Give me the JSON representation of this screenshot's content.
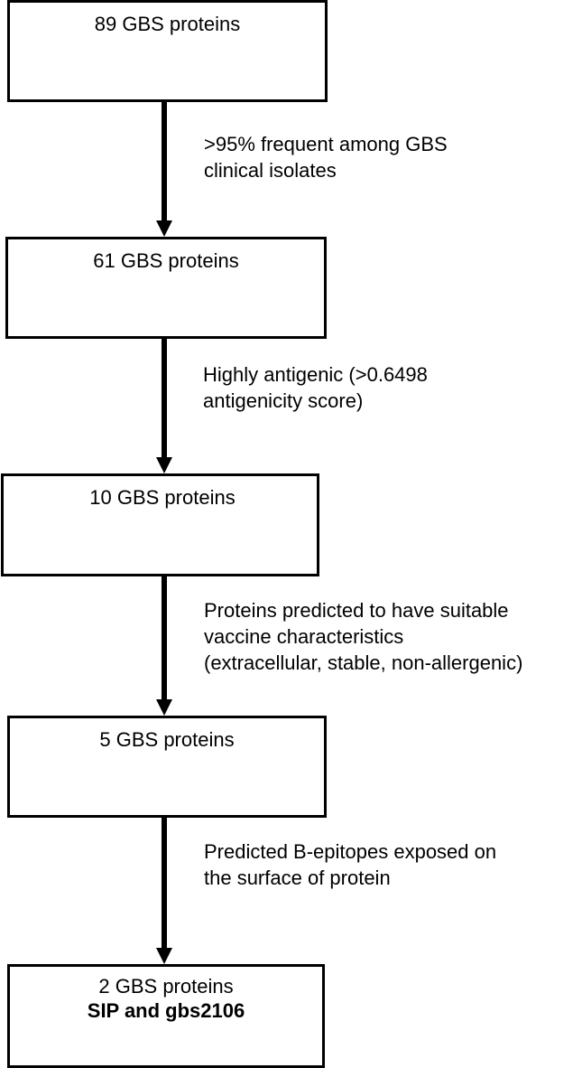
{
  "figure": {
    "type": "flowchart",
    "orientation": "top-to-bottom",
    "colors": {
      "background": "#ffffff",
      "stroke": "#000000",
      "text": "#000000",
      "box_fill": "#ffffff"
    }
  },
  "nodes": [
    {
      "id": "node-89",
      "count": 89,
      "label": "89 GBS proteins",
      "emphasis": ""
    },
    {
      "id": "node-61",
      "count": 61,
      "label": "61 GBS proteins",
      "emphasis": ""
    },
    {
      "id": "node-10",
      "count": 10,
      "label": "10 GBS proteins",
      "emphasis": ""
    },
    {
      "id": "node-5",
      "count": 5,
      "label": "5 GBS proteins",
      "emphasis": ""
    },
    {
      "id": "node-2",
      "count": 2,
      "label": "2 GBS proteins",
      "emphasis": "SIP and gbs2106"
    }
  ],
  "edges": [
    {
      "id": "edge-1",
      "from": "node-89",
      "to": "node-61",
      "arrow": "down-arrow-icon",
      "label": ">95% frequent among GBS\nclinical isolates"
    },
    {
      "id": "edge-2",
      "from": "node-61",
      "to": "node-10",
      "arrow": "down-arrow-icon",
      "label": "Highly antigenic (>0.6498\nantigenicity score)"
    },
    {
      "id": "edge-3",
      "from": "node-10",
      "to": "node-5",
      "arrow": "down-arrow-icon",
      "label": "Proteins predicted to have suitable\nvaccine characteristics\n(extracellular, stable, non-allergenic)"
    },
    {
      "id": "edge-4",
      "from": "node-5",
      "to": "node-2",
      "arrow": "down-arrow-icon",
      "label": "Predicted B-epitopes exposed on\nthe surface of protein"
    }
  ]
}
